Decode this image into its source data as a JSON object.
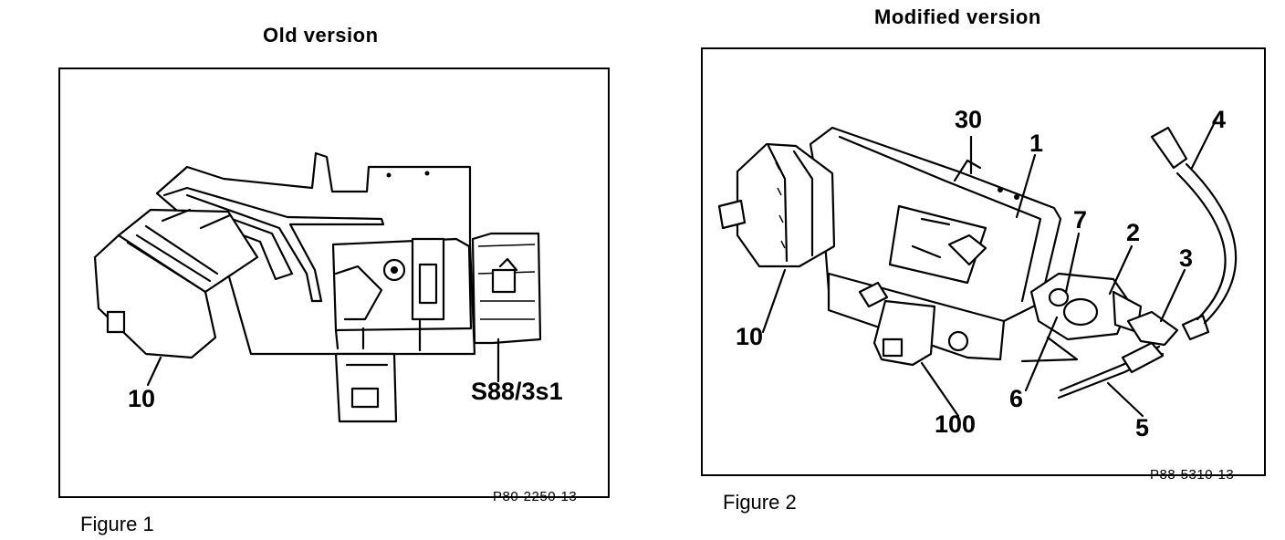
{
  "figure1": {
    "heading": "Old version",
    "caption": "Figure 1",
    "code": "P80-2250-13",
    "callouts": {
      "c10": "10",
      "cs88": "S88/3s1"
    }
  },
  "figure2": {
    "heading": "Modified version",
    "caption": "Figure 2",
    "code": "P88-5310-13",
    "callouts": {
      "c30": "30",
      "c1": "1",
      "c4": "4",
      "c7": "7",
      "c2": "2",
      "c3": "3",
      "c10": "10",
      "c6": "6",
      "c100": "100",
      "c5": "5"
    }
  }
}
